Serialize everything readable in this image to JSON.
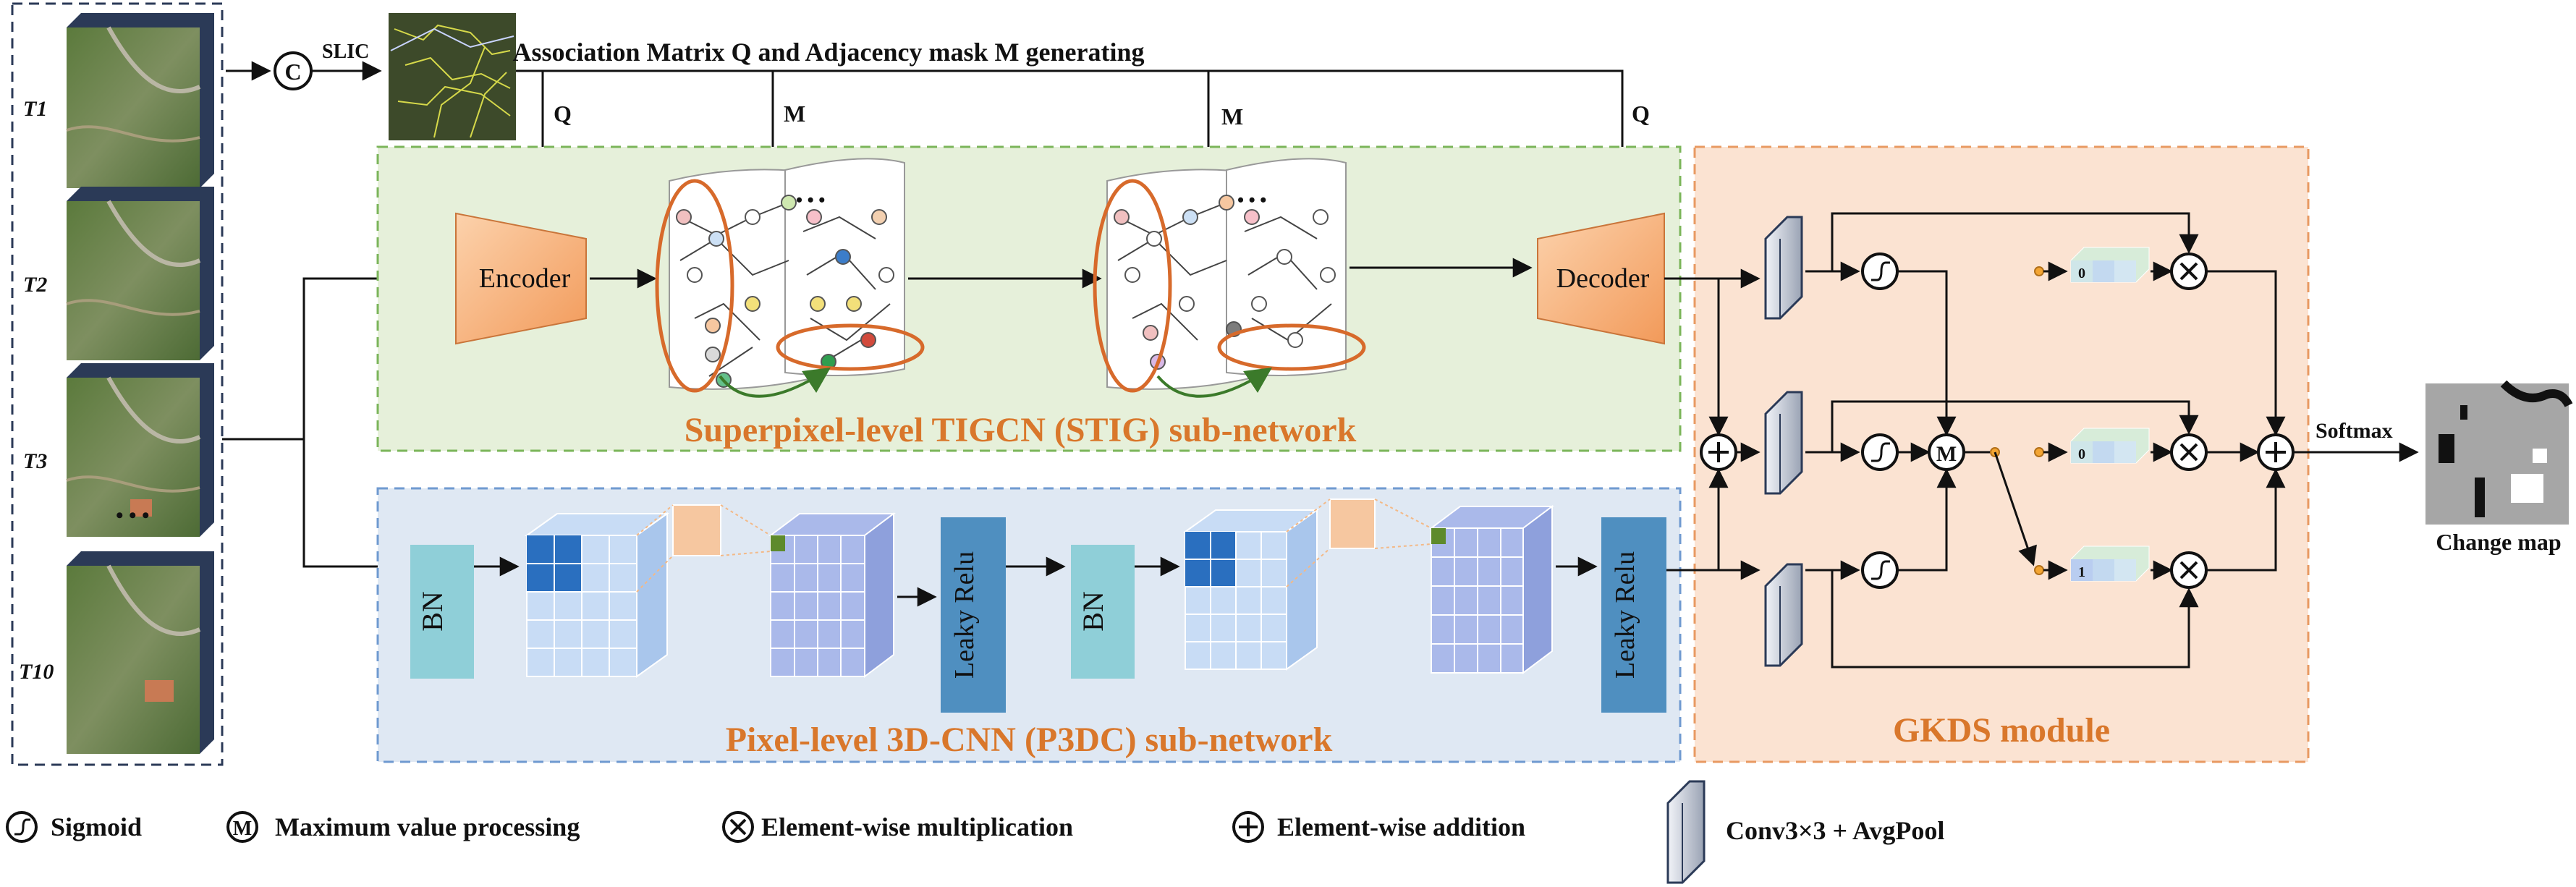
{
  "inputs": {
    "labels": [
      "T1",
      "T2",
      "T3",
      "T10"
    ],
    "ellipsis": "• • •"
  },
  "top": {
    "concat_symbol": "C",
    "slic_label": "SLIC",
    "association_title": "Association Matrix Q and Adjacency mask M generating",
    "q_label": "Q",
    "m_label": "M"
  },
  "stig": {
    "encoder": "Encoder",
    "decoder": "Decoder",
    "title": "Superpixel-level  TIGCN (STIG) sub-network"
  },
  "p3dc": {
    "bn": "BN",
    "leaky": "Leaky Relu",
    "title": "Pixel-level 3D-CNN (P3DC) sub-network"
  },
  "gkds": {
    "title": "GKDS module",
    "weights": [
      "0",
      "0",
      "1"
    ],
    "max_symbol": "M",
    "softmax": "Softmax",
    "output": "Change map"
  },
  "legend": {
    "sigmoid": "Sigmoid",
    "maxproc": "Maximum value processing",
    "mult": "Element-wise multiplication",
    "add": "Element-wise addition",
    "conv": "Conv3×3 + AvgPool"
  },
  "colors": {
    "stig_bg": "#e6f0da",
    "stig_border": "#7bb55a",
    "p3dc_bg": "#dfe8f3",
    "p3dc_border": "#6f9ad0",
    "gkds_bg": "#fbe3d2",
    "gkds_border": "#e89a62",
    "section_title": "#d9772b",
    "bn_fill": "#8fcfd8",
    "leaky_fill": "#4f8fc0",
    "encoder_fill": "#f6b37f"
  }
}
